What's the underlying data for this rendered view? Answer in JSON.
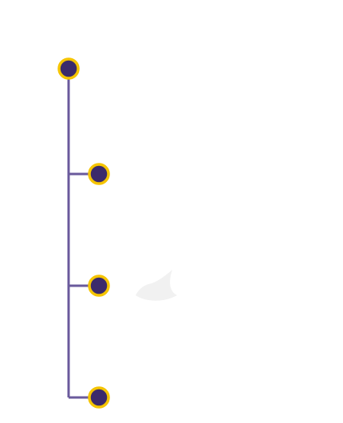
{
  "diagram": {
    "type": "tree-connector",
    "colors": {
      "connector": "#6a5a9c",
      "node_fill": "#3b2a6b",
      "node_ring": "#f5c400",
      "faint_mark": "#f1f1f1"
    },
    "root": {
      "id": "root"
    },
    "children": [
      {
        "id": "child-1"
      },
      {
        "id": "child-2"
      },
      {
        "id": "child-3"
      }
    ]
  }
}
